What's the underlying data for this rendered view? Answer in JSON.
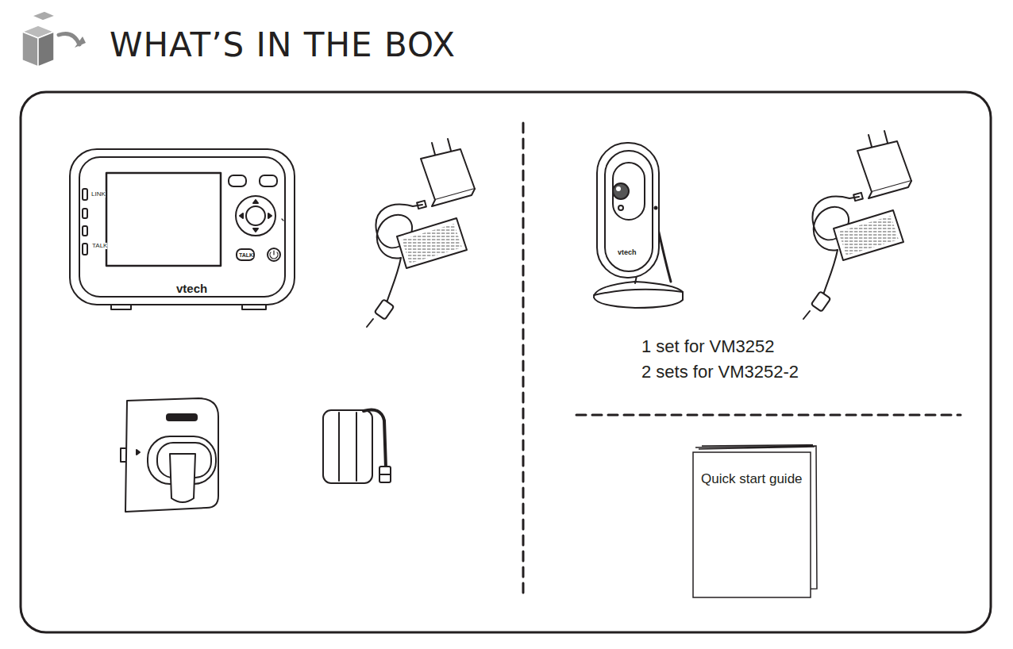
{
  "diagram": {
    "title": "WHAT’S IN THE BOX",
    "nodes": [
      {
        "text": [
          "Quick start guide"
        ]
      }
    ],
    "labels": [
      "LINK",
      "TALK",
      "TALK",
      "vtech",
      "vtech",
      "1 set for VM3252",
      "2 sets for VM3252-2"
    ]
  }
}
